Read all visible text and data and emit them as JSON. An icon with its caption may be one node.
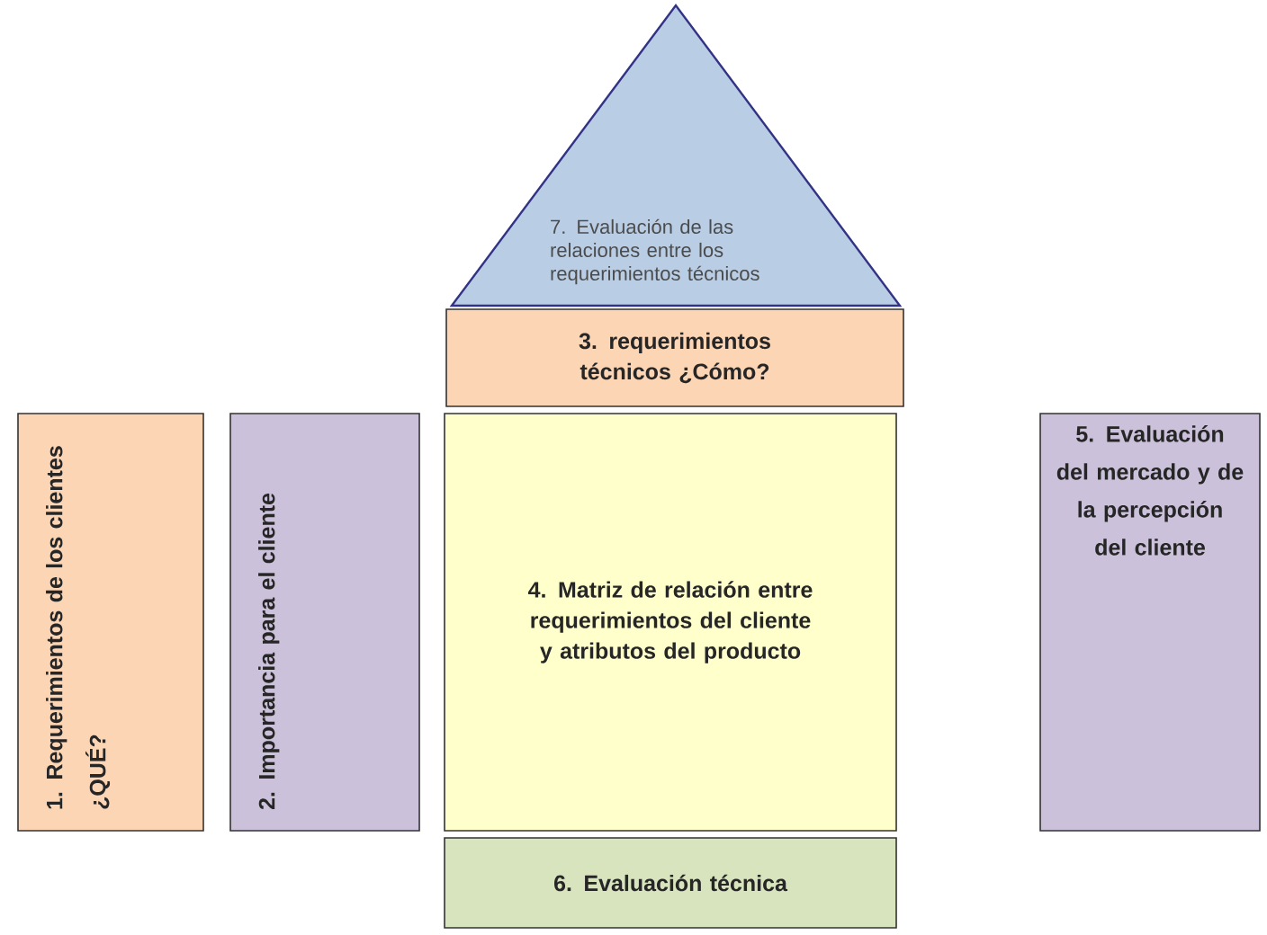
{
  "diagram": {
    "nodes": [
      {
        "text": [
          "7. Evaluación de las relaciones entre los requerimientos técnicos"
        ]
      },
      {
        "text": [
          "3. requerimientos técnicos ¿Cómo?"
        ]
      },
      {
        "text": [
          "1. Requerimientos de los clientes ¿QUÉ?"
        ]
      },
      {
        "text": [
          "2. Importancia para el cliente"
        ]
      },
      {
        "text": [
          "4. Matriz de relación entre requerimientos del cliente y atributos del producto"
        ]
      },
      {
        "text": [
          "5. Evaluación del mercado y de la percepción del cliente"
        ]
      },
      {
        "text": [
          "6. Evaluación técnica"
        ]
      }
    ]
  }
}
